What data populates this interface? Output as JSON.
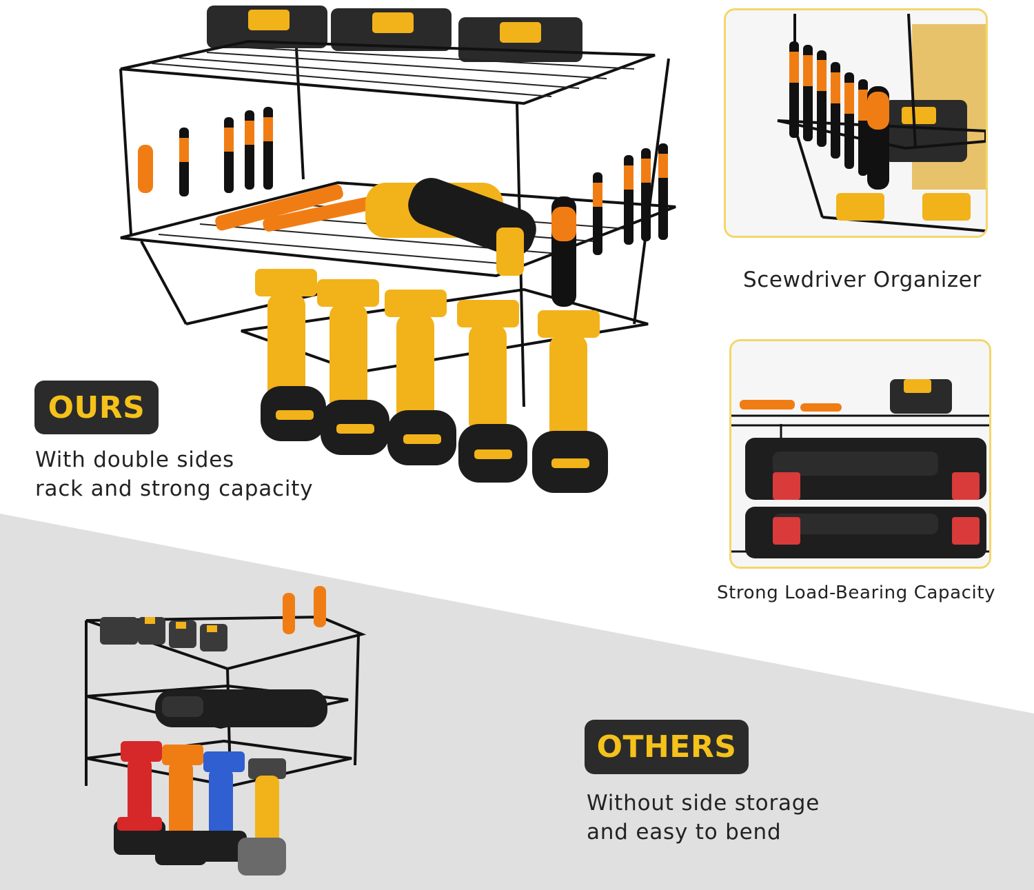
{
  "ours": {
    "badge": "OURS",
    "description_lines": [
      "With double sides",
      "rack and strong capacity"
    ]
  },
  "others": {
    "badge": "OTHERS",
    "description_lines": [
      "Without side storage",
      "and easy to bend"
    ]
  },
  "features": [
    {
      "caption": "Scewdriver Organizer"
    },
    {
      "caption": "Strong Load-Bearing Capacity"
    }
  ],
  "colors": {
    "badge_bg": "#2b2b2b",
    "badge_text": "#f5c21b",
    "frame_border": "#f3d66a",
    "others_background": "#e0e0e0",
    "tool_yellow": "#f2b21a",
    "handle_orange": "#f07d14"
  }
}
